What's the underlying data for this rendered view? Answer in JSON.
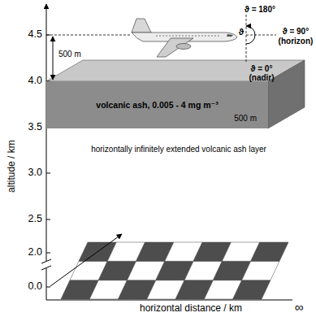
{
  "diagram": {
    "nodes": [
      {
        "text": [
          "volcanic ash, 0.005 - 4 mg m⁻³"
        ]
      }
    ],
    "labels": [
      "ϑ = 180°",
      "ϑ",
      "ϑ = 90°",
      "(horizon)",
      "4.5",
      "500 m",
      "ϑ = 0°",
      "(nadir)",
      "4.0",
      "500 m",
      "3.5",
      "horizontally infinitely extended volcanic ash layer",
      "altitude / km",
      "3.0",
      "2.5",
      "2.0",
      "0.0",
      "horizontal distance / km",
      "∞"
    ]
  }
}
